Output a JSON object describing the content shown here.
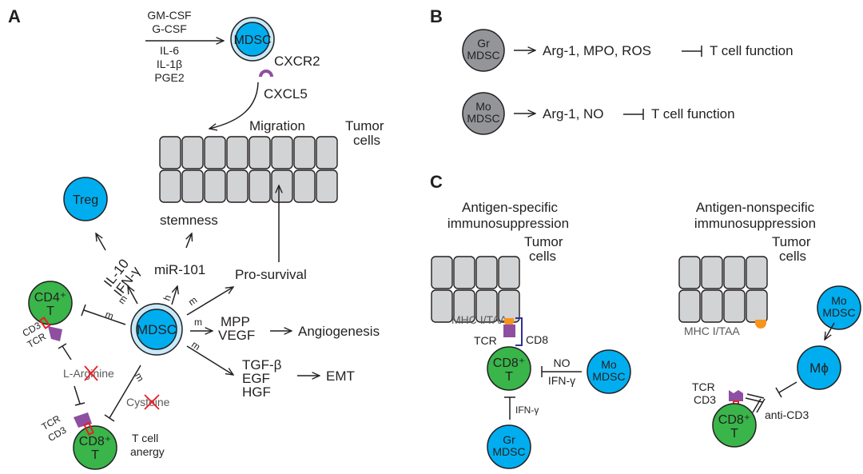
{
  "colors": {
    "mdsc_blue": "#00aeef",
    "mdsc_ring": "#c7e9f8",
    "t_cell_green": "#39b54a",
    "mdsc_subtype_grey": "#939598",
    "tumor_cell_grey": "#d1d3d4",
    "receptor_purple": "#8e4fa0",
    "cd3_red": "#ed1c24",
    "antigen_orange": "#f7941d",
    "cd8_outline_blue": "#2e3192"
  },
  "panelA": {
    "label": "A",
    "top_mdsc": "MDSC",
    "inducers": [
      "GM-CSF",
      "G-CSF",
      "IL-6",
      "IL-1β",
      "PGE2"
    ],
    "cxcr2": "CXCR2",
    "cxcl5": "CXCL5",
    "migration": "Migration",
    "tumor_cells": [
      "Tumor",
      "cells"
    ],
    "treg": "Treg",
    "il10_ifn": [
      "IL-10",
      "IFN-γ"
    ],
    "mir101": "miR-101",
    "stemness": "stemness",
    "prosurvival": "Pro-survival",
    "center_mdsc": "MDSC",
    "mpp_vegf": [
      "MPP",
      "VEGF"
    ],
    "angiogenesis": "Angiogenesis",
    "tgf_egf_hgf": [
      "TGF-β",
      "EGF",
      "HGF"
    ],
    "emt": "EMT",
    "cd4_t": [
      "CD4⁺",
      "T"
    ],
    "cd3_tcr_top": [
      "CD3",
      "TCR"
    ],
    "l_arginine": "L-Arginine",
    "cysteine": "Cysteine",
    "tcr_cd3_bottom": [
      "TCR",
      "CD3"
    ],
    "cd8_t": [
      "CD8⁺",
      "T"
    ],
    "anergy": [
      "T cell",
      "anergy"
    ],
    "arrow_marks": {
      "m": "m",
      "h": "h"
    }
  },
  "panelB": {
    "label": "B",
    "rows": [
      {
        "cell": [
          "Gr",
          "MDSC"
        ],
        "products": "Arg-1, MPO, ROS",
        "target": "T cell function"
      },
      {
        "cell": [
          "Mo",
          "MDSC"
        ],
        "products": "Arg-1, NO",
        "target": "T cell function"
      }
    ]
  },
  "panelC": {
    "label": "C",
    "left": {
      "title": [
        "Antigen-specific",
        "immunosuppression"
      ],
      "tumor_cells": [
        "Tumor",
        "cells"
      ],
      "mhc": "MHC I/TAA",
      "tcr": "TCR",
      "cd8": "CD8",
      "cd8_t": [
        "CD8⁺",
        "T"
      ],
      "no_ifn": [
        "NO",
        "IFN-γ"
      ],
      "mo_mdsc": [
        "Mo",
        "MDSC"
      ],
      "ifn": "IFN-γ",
      "gr_mdsc": [
        "Gr",
        "MDSC"
      ]
    },
    "right": {
      "title": [
        "Antigen-nonspecific",
        "immunosuppression"
      ],
      "tumor_cells": [
        "Tumor",
        "cells"
      ],
      "mhc": "MHC I/TAA",
      "mo_mdsc": [
        "Mo",
        "MDSC"
      ],
      "macrophage": "Mϕ",
      "tcr_cd3": [
        "TCR",
        "CD3"
      ],
      "cd8_t": [
        "CD8⁺",
        "T"
      ],
      "anti_cd3": "anti-CD3"
    }
  }
}
